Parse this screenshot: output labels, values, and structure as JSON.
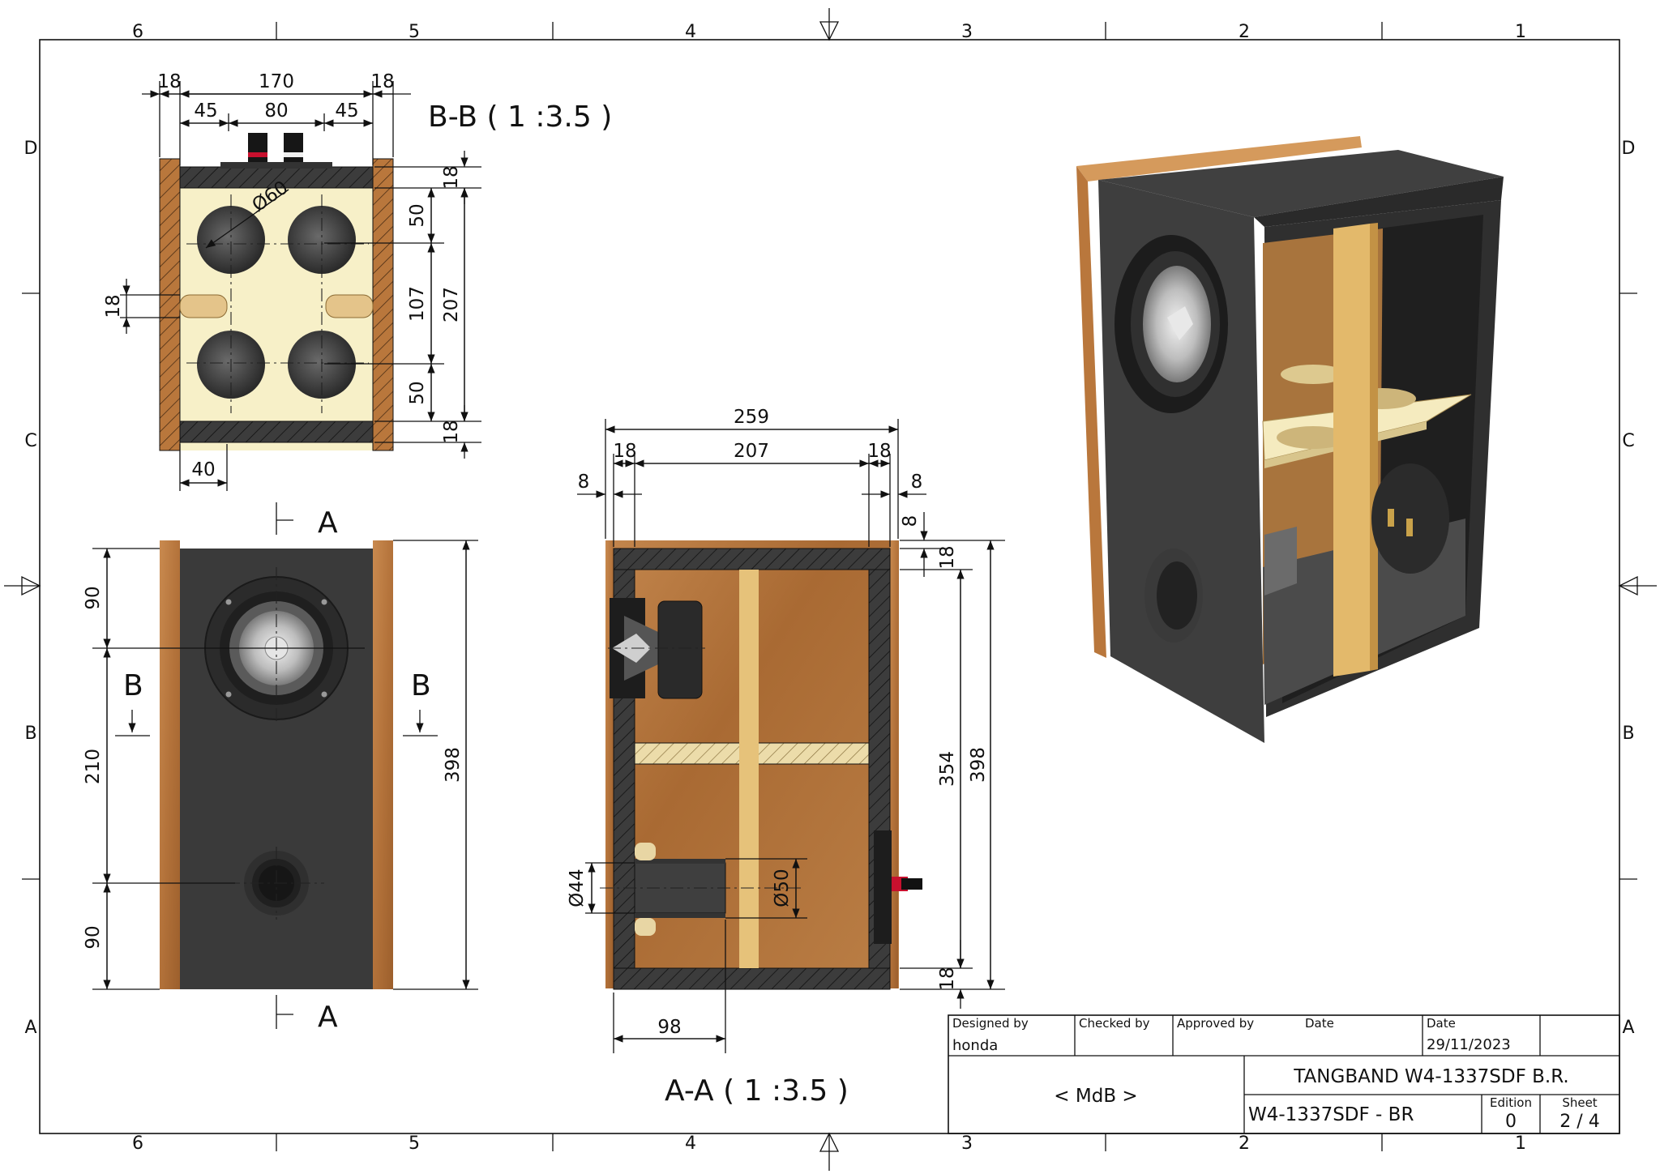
{
  "border": {
    "columns": [
      "6",
      "5",
      "4",
      "3",
      "2",
      "1"
    ],
    "rows": [
      "D",
      "C",
      "B",
      "A"
    ]
  },
  "views": {
    "section_bb": {
      "title": "B-B ( 1 :3.5 )",
      "dims": {
        "top_left": "18",
        "top_width": "170",
        "top_right": "18",
        "inner_left": "45",
        "inner_mid": "80",
        "inner_right": "45",
        "hole_dia": "Ø60",
        "right_top": "18",
        "right_a": "50",
        "right_b": "107",
        "right_c": "50",
        "right_bottom": "18",
        "right_total": "207",
        "left_slot": "18",
        "bottom_left": "40"
      }
    },
    "front": {
      "section_label_a": "A",
      "section_label_b": "B",
      "dims": {
        "top": "90",
        "mid": "210",
        "bottom": "90",
        "total": "398"
      }
    },
    "section_aa": {
      "title": "A-A ( 1 :3.5 )",
      "dims": {
        "total_width": "259",
        "wall_left": "18",
        "inner_width": "207",
        "wall_right": "18",
        "baffle_left": "8",
        "baffle_right": "8",
        "top_a": "8",
        "top_b": "18",
        "inner_height": "354",
        "total_height": "398",
        "bottom": "18",
        "port_outer": "Ø44",
        "port_inner": "Ø50",
        "port_offset": "98"
      }
    }
  },
  "title_block": {
    "designed_by_label": "Designed by",
    "designed_by": "honda",
    "checked_by_label": "Checked by",
    "approved_by_label": "Approved by",
    "date_label": "Date",
    "date_label_2": "Date",
    "date": "29/11/2023",
    "company": "< MdB >",
    "title": "TANGBAND W4-1337SDF B.R.",
    "drawing_number": "W4-1337SDF - BR",
    "edition_label": "Edition",
    "edition": "0",
    "sheet_label": "Sheet",
    "sheet": "2 / 4"
  },
  "colors": {
    "wood": "#b9773c",
    "panel_dark": "#3b3b3b",
    "brace_cream": "#f6efc6",
    "driver_silver": "#c9c9c9",
    "terminal_red": "#c8102e"
  }
}
